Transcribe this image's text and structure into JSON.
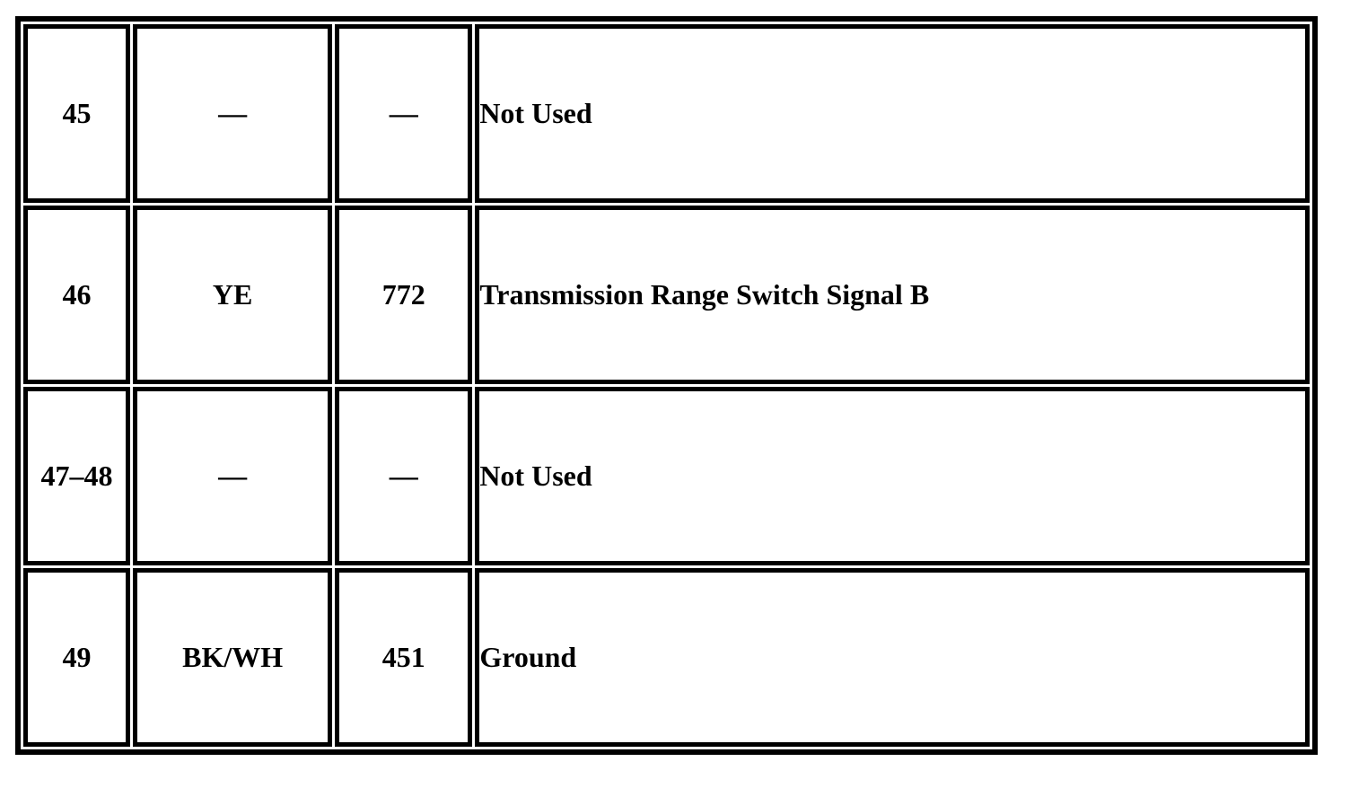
{
  "page": {
    "background_color": "#ffffff",
    "border_color": "#000000",
    "text_color": "#000000"
  },
  "table": {
    "kind": "connector-pinout-table",
    "columns": [
      "pin",
      "wire_color",
      "circuit",
      "description"
    ],
    "rows": [
      {
        "pin": "45",
        "wire_color": "—",
        "circuit": "—",
        "description": "Not Used"
      },
      {
        "pin": "46",
        "wire_color": "YE",
        "circuit": "772",
        "description": "Transmission Range Switch Signal B"
      },
      {
        "pin": "47–48",
        "wire_color": "—",
        "circuit": "—",
        "description": "Not Used"
      },
      {
        "pin": "49",
        "wire_color": "BK/WH",
        "circuit": "451",
        "description": "Ground"
      }
    ]
  }
}
